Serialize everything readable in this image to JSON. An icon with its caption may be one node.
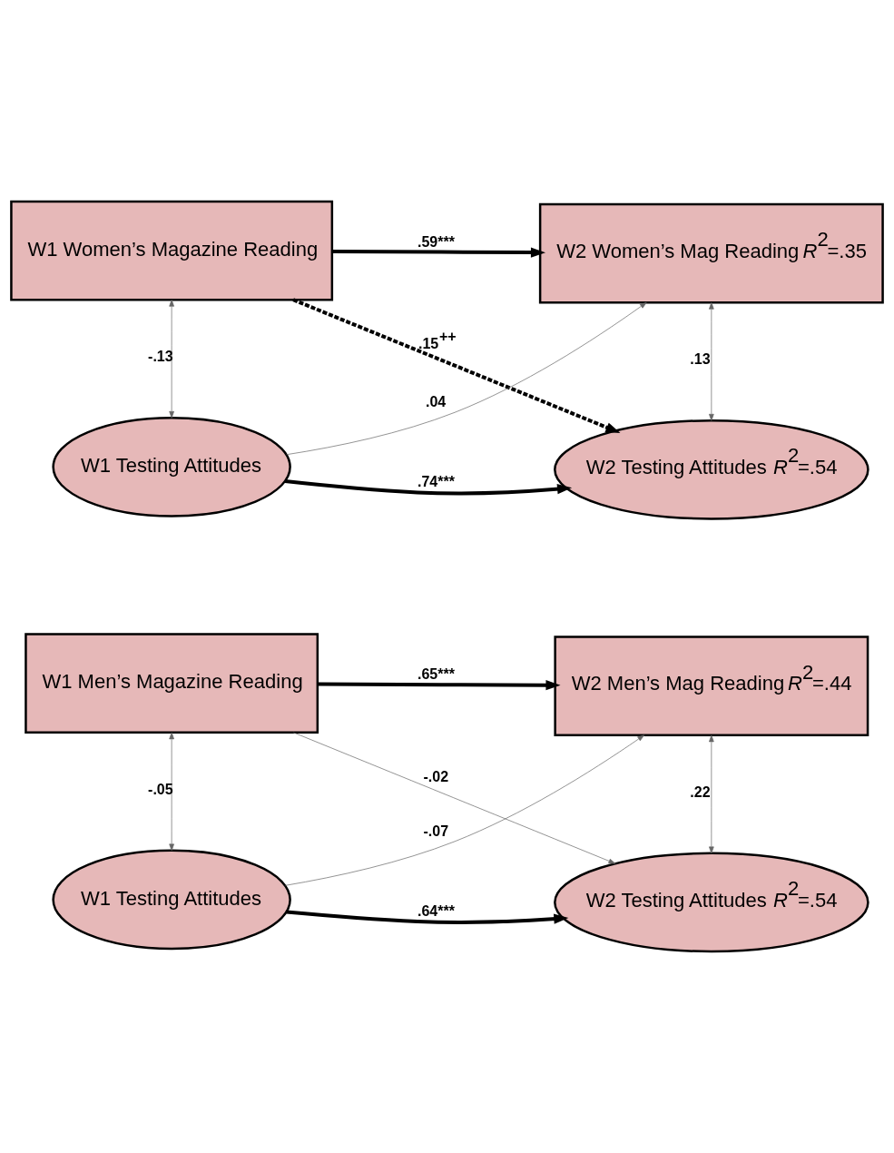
{
  "diagram": {
    "nodes": [
      {
        "text": [
          "W1 Women’s Magazine Reading"
        ]
      },
      {
        "text": [
          "W2 Women’s Mag Reading *R*$^{2}$=.35"
        ]
      },
      {
        "text": [
          "W1 Testing Attitudes"
        ]
      },
      {
        "text": [
          "W2 Testing Attitudes *R*$^{2}$=.54"
        ]
      },
      {
        "text": [
          "W1 Men’s Magazine Reading"
        ]
      },
      {
        "text": [
          "W2 Men’s Mag Reading *R*$^{2}$=.44"
        ]
      },
      {
        "text": [
          "W1 Testing Attitudes"
        ]
      },
      {
        "text": [
          "W2 Testing Attitudes *R*$^{2}$=.54"
        ]
      }
    ],
    "edges": [
      {
        "from": 0,
        "to": 1,
        "arrow": "to",
        "label": ".59***",
        "style": "thick",
        "color": "#000000"
      },
      {
        "from": 0,
        "to": 3,
        "arrow": "to",
        "label": ".15$^{++}$",
        "style": "dashed",
        "color": "#000000"
      },
      {
        "from": 2,
        "to": 1,
        "arrow": "to",
        "label": ".04"
      },
      {
        "from": 2,
        "to": 3,
        "arrow": "to",
        "label": ".74***",
        "style": "thick",
        "color": "#000000"
      },
      {
        "from": 0,
        "to": 2,
        "arrow": "both",
        "label": "-.13"
      },
      {
        "from": 1,
        "to": 3,
        "arrow": "both",
        "label": ".13"
      },
      {
        "from": 4,
        "to": 5,
        "arrow": "to",
        "label": ".65***",
        "style": "thick",
        "color": "#000000"
      },
      {
        "from": 4,
        "to": 7,
        "arrow": "to",
        "label": "-.02"
      },
      {
        "from": 6,
        "to": 5,
        "arrow": "to",
        "label": "-.07"
      },
      {
        "from": 6,
        "to": 7,
        "arrow": "to",
        "label": ".64***",
        "style": "thick",
        "color": "#000000"
      },
      {
        "from": 4,
        "to": 6,
        "arrow": "both",
        "label": "-.05"
      },
      {
        "from": 5,
        "to": 7,
        "arrow": "both",
        "label": ".22"
      }
    ]
  }
}
